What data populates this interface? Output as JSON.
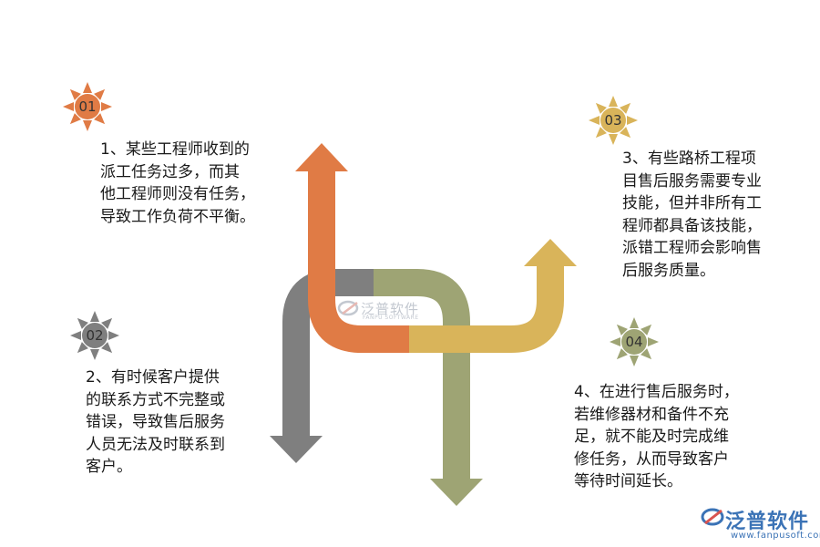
{
  "items": [
    {
      "number": "01",
      "text": "1、某些工程师收到的\n派工任务过多，而其\n他工程师则没有任务，\n导致工作负荷不平衡。",
      "color": "#e07b45"
    },
    {
      "number": "02",
      "text": "2、有时候客户提供\n的联系方式不完整或\n错误，导致售后服务\n人员无法及时联系到\n客户。",
      "color": "#7f7f7f"
    },
    {
      "number": "03",
      "text": "3、有些路桥工程项\n目售后服务需要专业\n技能，但并非所有工\n程师都具备该技能，\n派错工程师会影响售\n后服务质量。",
      "color": "#d9b45a"
    },
    {
      "number": "04",
      "text": "4、在进行售后服务时，\n若维修器材和备件不充\n足，就不能及时完成维\n修任务，从而导致客户\n等待时间延长。",
      "color": "#9ea474"
    }
  ],
  "watermark": {
    "name": "泛普软件",
    "subtitle": "FANPU SOFTWARE"
  },
  "logo": {
    "name": "泛普软件",
    "url": "www.fanpusoft.com"
  }
}
